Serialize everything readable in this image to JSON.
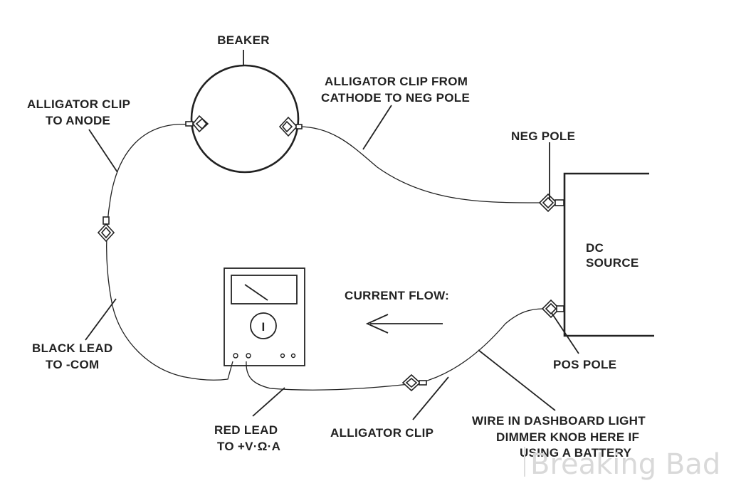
{
  "labels": {
    "beaker": "BEAKER",
    "clip_anode_1": "ALLIGATOR CLIP",
    "clip_anode_2": "TO ANODE",
    "clip_cathode_1": "ALLIGATOR CLIP FROM",
    "clip_cathode_2": "CATHODE TO NEG POLE",
    "neg_pole": "NEG POLE",
    "dc_source_1": "DC",
    "dc_source_2": "SOURCE",
    "current_flow": "CURRENT FLOW:",
    "meter_dial": "I",
    "black_lead_1": "BLACK LEAD",
    "black_lead_2": "TO -COM",
    "pos_pole": "POS POLE",
    "red_lead_1": "RED LEAD",
    "red_lead_2": "TO +V·Ω·A",
    "alligator_clip": "ALLIGATOR CLIP",
    "dimmer_1": "WIRE IN DASHBOARD LIGHT",
    "dimmer_2": "DIMMER KNOB HERE IF",
    "dimmer_3": "USING A BATTERY"
  },
  "watermark": "Breaking Bad"
}
